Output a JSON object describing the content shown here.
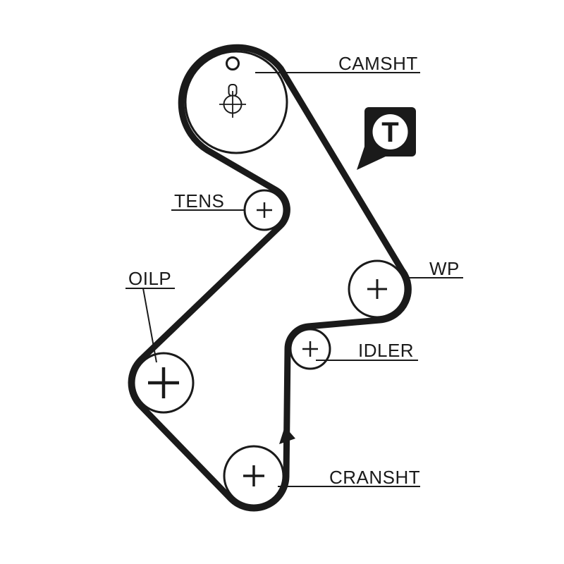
{
  "colors": {
    "ink": "#1a1a1a",
    "background": "#ffffff"
  },
  "diagram": {
    "type": "timing-belt-routing-diagram",
    "labels": {
      "camshaft": "CAMSHT",
      "tensioner": "TENS",
      "water_pump": "WP",
      "oil_pump": "OILP",
      "idler": "IDLER",
      "crankshaft": "CRANSHT"
    },
    "timing_mark": {
      "letter": "T"
    }
  }
}
